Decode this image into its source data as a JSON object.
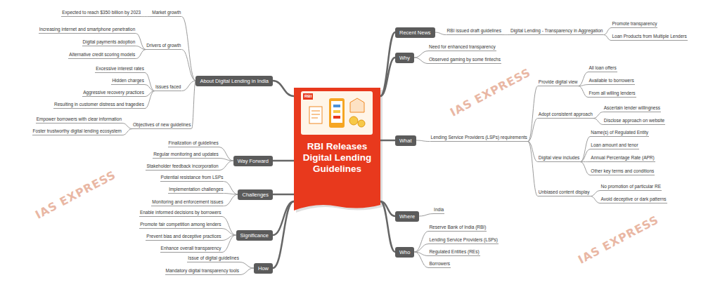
{
  "diagram": {
    "nodes": [
      {
        "text": [
          "RBI Releases Digital Lending Guidelines"
        ]
      },
      {
        "text": [
          "Recent News"
        ]
      },
      {
        "text": [
          "RBI issued draft guidelines"
        ]
      },
      {
        "text": [
          "Digital Lending - Transparency in Aggregation"
        ]
      },
      {
        "text": [
          "Promote transparency"
        ]
      },
      {
        "text": [
          "Loan Products from Multiple Lenders"
        ]
      },
      {
        "text": [
          "Why"
        ]
      },
      {
        "text": [
          "Need for enhanced transparency"
        ]
      },
      {
        "text": [
          "Observed gaming by some fintechs"
        ]
      },
      {
        "text": [
          "What"
        ]
      },
      {
        "text": [
          "Lending Service Providers (LSPs) requirements"
        ]
      },
      {
        "text": [
          "Provide digital view"
        ]
      },
      {
        "text": [
          "All loan offers"
        ]
      },
      {
        "text": [
          "Available to borrowers"
        ]
      },
      {
        "text": [
          "From all willing lenders"
        ]
      },
      {
        "text": [
          "Adopt consistent approach"
        ]
      },
      {
        "text": [
          "Ascertain lender willingness"
        ]
      },
      {
        "text": [
          "Disclose approach on website"
        ]
      },
      {
        "text": [
          "Digital view includes"
        ]
      },
      {
        "text": [
          "Name(s) of Regulated Entity"
        ]
      },
      {
        "text": [
          "Loan amount and tenor"
        ]
      },
      {
        "text": [
          "Annual Percentage Rate (APR)"
        ]
      },
      {
        "text": [
          "Other key terms and conditions"
        ]
      },
      {
        "text": [
          "Unbiased content display"
        ]
      },
      {
        "text": [
          "No promotion of particular RE"
        ]
      },
      {
        "text": [
          "Avoid deceptive or dark patterns"
        ]
      },
      {
        "text": [
          "Where"
        ]
      },
      {
        "text": [
          "India"
        ]
      },
      {
        "text": [
          "Who"
        ]
      },
      {
        "text": [
          "Reserve Bank of India (RBI)"
        ]
      },
      {
        "text": [
          "Lending Service Providers (LSPs)"
        ]
      },
      {
        "text": [
          "Regulated Entities (REs)"
        ]
      },
      {
        "text": [
          "Borrowers"
        ]
      },
      {
        "text": [
          "About Digital Lending in India"
        ]
      },
      {
        "text": [
          "Market growth"
        ]
      },
      {
        "text": [
          "Expected to reach $350 billion by 2023"
        ]
      },
      {
        "text": [
          "Drivers of growth"
        ]
      },
      {
        "text": [
          "Increasing internet and smartphone penetration"
        ]
      },
      {
        "text": [
          "Digital payments adoption"
        ]
      },
      {
        "text": [
          "Alternative credit scoring models"
        ]
      },
      {
        "text": [
          "Issues faced"
        ]
      },
      {
        "text": [
          "Excessive interest rates"
        ]
      },
      {
        "text": [
          "Hidden charges"
        ]
      },
      {
        "text": [
          "Aggressive recovery practices"
        ]
      },
      {
        "text": [
          "Resulting in customer distress and tragedies"
        ]
      },
      {
        "text": [
          "Objectives of new guidelines"
        ]
      },
      {
        "text": [
          "Empower borrowers with clear information"
        ]
      },
      {
        "text": [
          "Foster trustworthy digital lending ecosystem"
        ]
      },
      {
        "text": [
          "Way Forward"
        ]
      },
      {
        "text": [
          "Finalization of guidelines"
        ]
      },
      {
        "text": [
          "Regular monitoring and updates"
        ]
      },
      {
        "text": [
          "Stakeholder feedback incorporation"
        ]
      },
      {
        "text": [
          "Challenges"
        ]
      },
      {
        "text": [
          "Potential resistance from LSPs"
        ]
      },
      {
        "text": [
          "Implementation challenges"
        ]
      },
      {
        "text": [
          "Monitoring and enforcement issues"
        ]
      },
      {
        "text": [
          "Significance"
        ]
      },
      {
        "text": [
          "Enable informed decisions by borrowers"
        ]
      },
      {
        "text": [
          "Promote fair competition among lenders"
        ]
      },
      {
        "text": [
          "Prevent bias and deceptive practices"
        ]
      },
      {
        "text": [
          "Enhance overall transparency"
        ]
      },
      {
        "text": [
          "How"
        ]
      },
      {
        "text": [
          "Issue of digital guidelines"
        ]
      },
      {
        "text": [
          "Mandatory digital transparency tools"
        ]
      }
    ],
    "edges": [
      {
        "from": 0,
        "to": 1,
        "arrow": "none"
      },
      {
        "from": 0,
        "to": 6,
        "arrow": "none"
      },
      {
        "from": 0,
        "to": 9,
        "arrow": "none"
      },
      {
        "from": 0,
        "to": 26,
        "arrow": "none"
      },
      {
        "from": 0,
        "to": 28,
        "arrow": "none"
      },
      {
        "from": 0,
        "to": 33,
        "arrow": "none"
      },
      {
        "from": 0,
        "to": 48,
        "arrow": "none"
      },
      {
        "from": 0,
        "to": 52,
        "arrow": "none"
      },
      {
        "from": 0,
        "to": 56,
        "arrow": "none"
      },
      {
        "from": 0,
        "to": 61,
        "arrow": "none"
      },
      {
        "from": 1,
        "to": 2,
        "arrow": "none"
      },
      {
        "from": 2,
        "to": 3,
        "arrow": "none"
      },
      {
        "from": 3,
        "to": 4,
        "arrow": "none"
      },
      {
        "from": 3,
        "to": 5,
        "arrow": "none"
      },
      {
        "from": 6,
        "to": 7,
        "arrow": "none"
      },
      {
        "from": 6,
        "to": 8,
        "arrow": "none"
      },
      {
        "from": 9,
        "to": 10,
        "arrow": "none"
      },
      {
        "from": 10,
        "to": 11,
        "arrow": "none"
      },
      {
        "from": 11,
        "to": 12,
        "arrow": "none"
      },
      {
        "from": 11,
        "to": 13,
        "arrow": "none"
      },
      {
        "from": 11,
        "to": 14,
        "arrow": "none"
      },
      {
        "from": 10,
        "to": 15,
        "arrow": "none"
      },
      {
        "from": 15,
        "to": 16,
        "arrow": "none"
      },
      {
        "from": 15,
        "to": 17,
        "arrow": "none"
      },
      {
        "from": 10,
        "to": 18,
        "arrow": "none"
      },
      {
        "from": 18,
        "to": 19,
        "arrow": "none"
      },
      {
        "from": 18,
        "to": 20,
        "arrow": "none"
      },
      {
        "from": 18,
        "to": 21,
        "arrow": "none"
      },
      {
        "from": 18,
        "to": 22,
        "arrow": "none"
      },
      {
        "from": 10,
        "to": 23,
        "arrow": "none"
      },
      {
        "from": 23,
        "to": 24,
        "arrow": "none"
      },
      {
        "from": 23,
        "to": 25,
        "arrow": "none"
      },
      {
        "from": 26,
        "to": 27,
        "arrow": "none"
      },
      {
        "from": 28,
        "to": 29,
        "arrow": "none"
      },
      {
        "from": 28,
        "to": 30,
        "arrow": "none"
      },
      {
        "from": 28,
        "to": 31,
        "arrow": "none"
      },
      {
        "from": 28,
        "to": 32,
        "arrow": "none"
      },
      {
        "from": 33,
        "to": 34,
        "arrow": "none"
      },
      {
        "from": 34,
        "to": 35,
        "arrow": "none"
      },
      {
        "from": 33,
        "to": 36,
        "arrow": "none"
      },
      {
        "from": 36,
        "to": 37,
        "arrow": "none"
      },
      {
        "from": 36,
        "to": 38,
        "arrow": "none"
      },
      {
        "from": 36,
        "to": 39,
        "arrow": "none"
      },
      {
        "from": 33,
        "to": 40,
        "arrow": "none"
      },
      {
        "from": 40,
        "to": 41,
        "arrow": "none"
      },
      {
        "from": 40,
        "to": 42,
        "arrow": "none"
      },
      {
        "from": 40,
        "to": 43,
        "arrow": "none"
      },
      {
        "from": 40,
        "to": 44,
        "arrow": "none"
      },
      {
        "from": 33,
        "to": 45,
        "arrow": "none"
      },
      {
        "from": 45,
        "to": 46,
        "arrow": "none"
      },
      {
        "from": 45,
        "to": 47,
        "arrow": "none"
      },
      {
        "from": 48,
        "to": 49,
        "arrow": "none"
      },
      {
        "from": 48,
        "to": 50,
        "arrow": "none"
      },
      {
        "from": 48,
        "to": 51,
        "arrow": "none"
      },
      {
        "from": 52,
        "to": 53,
        "arrow": "none"
      },
      {
        "from": 52,
        "to": 54,
        "arrow": "none"
      },
      {
        "from": 52,
        "to": 55,
        "arrow": "none"
      },
      {
        "from": 56,
        "to": 57,
        "arrow": "none"
      },
      {
        "from": 56,
        "to": 58,
        "arrow": "none"
      },
      {
        "from": 56,
        "to": 59,
        "arrow": "none"
      },
      {
        "from": 56,
        "to": 60,
        "arrow": "none"
      },
      {
        "from": 61,
        "to": 62,
        "arrow": "none"
      },
      {
        "from": 61,
        "to": 63,
        "arrow": "none"
      }
    ],
    "labels": [
      "RBI",
      "IAS EXPRESS",
      "IAS EXPRESS",
      "IAS EXPRESS"
    ]
  }
}
